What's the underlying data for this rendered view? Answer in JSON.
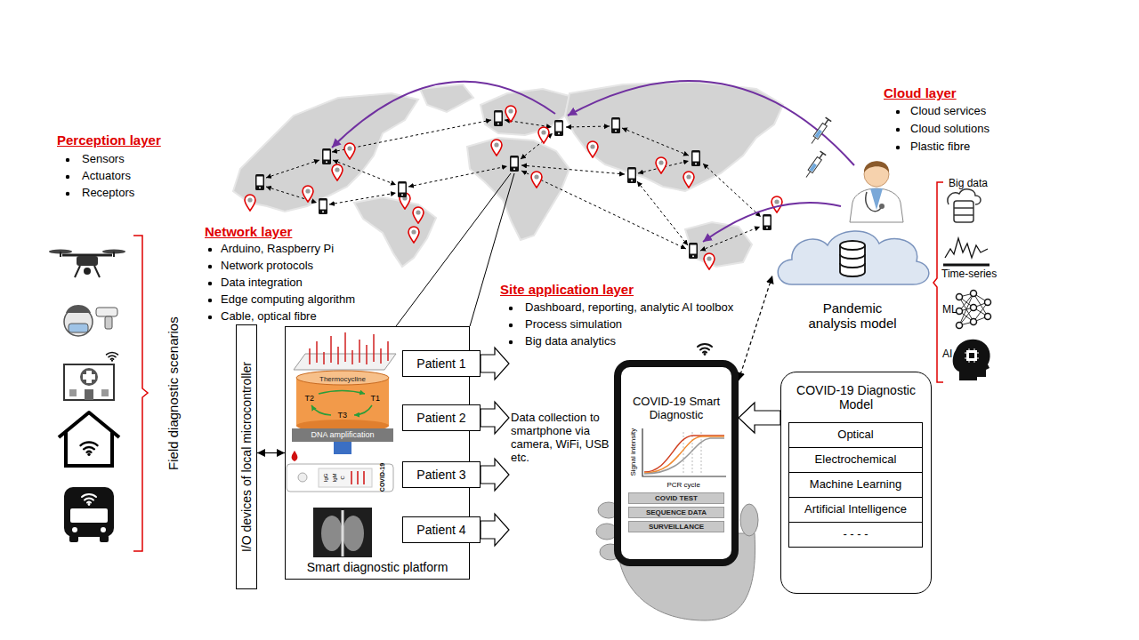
{
  "diagram": {
    "nodes": [
      {
        "text": [
          "I/O devices of local microcontroller"
        ]
      },
      {
        "text": [
          "Smart diagnostic platform"
        ]
      },
      {
        "text": [
          "Patient 1"
        ]
      },
      {
        "text": [
          "Patient 2"
        ]
      },
      {
        "text": [
          "Patient 3"
        ]
      },
      {
        "text": [
          "Patient 4"
        ]
      },
      {
        "text": [
          "COVID-19 Smart Diagnostic"
        ]
      },
      {
        "text": [
          "COVID TEST"
        ],
        "in": 6
      },
      {
        "text": [
          "SEQUENCE DATA"
        ],
        "in": 6
      },
      {
        "text": [
          "SURVEILLANCE"
        ],
        "in": 6
      },
      {
        "text": [
          "COVID-19 Diagnostic Model"
        ]
      },
      {
        "text": [
          "Optical"
        ],
        "in": 10
      },
      {
        "text": [
          "Electrochemical"
        ],
        "in": 10
      },
      {
        "text": [
          "Machine Learning"
        ],
        "in": 10
      },
      {
        "text": [
          "Artificial Intelligence"
        ],
        "in": 10
      },
      {
        "text": [
          "- - - -"
        ],
        "in": 10
      },
      {
        "text": [
          "Pandemic analysis model"
        ]
      }
    ],
    "edges": [
      {
        "from": 0,
        "to": 1,
        "arrow": "both"
      },
      {
        "from": 10,
        "to": 6,
        "arrow": "to"
      },
      {
        "from": 6,
        "to": 16,
        "arrow": "both"
      }
    ],
    "labels": [
      "Perception layer",
      "Sensors",
      "Actuators",
      "Receptors",
      "Network layer",
      "Arduino, Raspberry Pi",
      "Network protocols",
      "Data integration",
      "Edge computing algorithm",
      "Cable, optical fibre",
      "Cloud layer",
      "Cloud services",
      "Cloud solutions",
      "Plastic fibre",
      "Big data",
      "Time-series",
      "ML",
      "AI",
      "Field diagnostic scenarios",
      "Site application layer",
      "Dashboard, reporting, analytic AI toolbox",
      "Process simulation",
      "Big data analytics",
      "Thermocycline",
      "T2",
      "T1",
      "T3",
      "DNA amplification",
      "IgG",
      "IgM",
      "C",
      "COVID-19",
      "Data collection to smartphone via camera, WiFi, USB etc.",
      "Signal intensity",
      "PCR cycle"
    ]
  }
}
